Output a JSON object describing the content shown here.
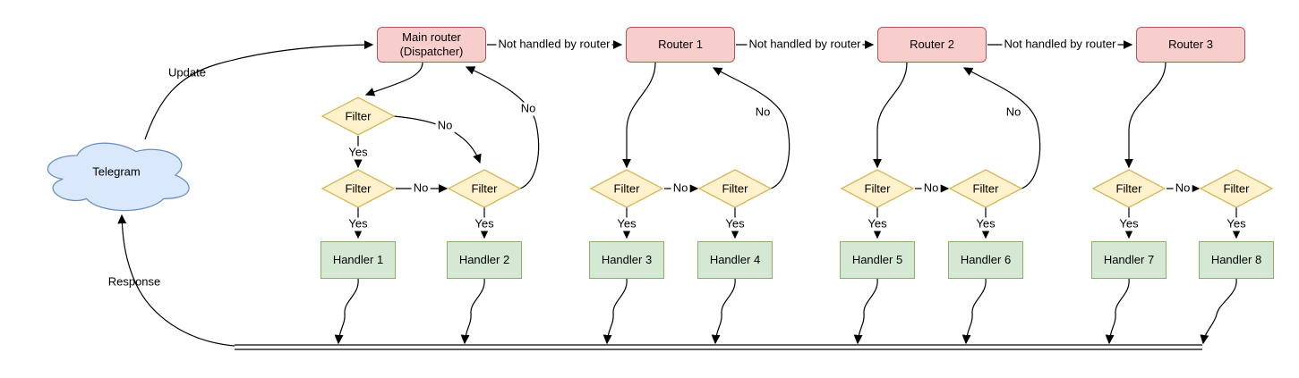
{
  "cloud": {
    "label": "Telegram"
  },
  "routers": [
    {
      "label": "Main router (Dispatcher)"
    },
    {
      "label": "Router 1"
    },
    {
      "label": "Router 2"
    },
    {
      "label": "Router 3"
    }
  ],
  "handlers": [
    {
      "label": "Handler 1"
    },
    {
      "label": "Handler 2"
    },
    {
      "label": "Handler 3"
    },
    {
      "label": "Handler 4"
    },
    {
      "label": "Handler 5"
    },
    {
      "label": "Handler 6"
    },
    {
      "label": "Handler 7"
    },
    {
      "label": "Handler 8"
    }
  ],
  "labels": {
    "filter": "Filter",
    "yes": "Yes",
    "no": "No",
    "not_handled": "Not handled by router",
    "update": "Update",
    "response": "Response"
  },
  "colors": {
    "router_fill": "#f8cecc",
    "router_stroke": "#b85450",
    "filter_fill": "#fff2cc",
    "filter_stroke": "#d6b656",
    "handler_fill": "#d5e8d4",
    "handler_stroke": "#82b366",
    "cloud_fill": "#dae8fc",
    "cloud_stroke": "#6c8ebf",
    "edge": "#000000"
  }
}
